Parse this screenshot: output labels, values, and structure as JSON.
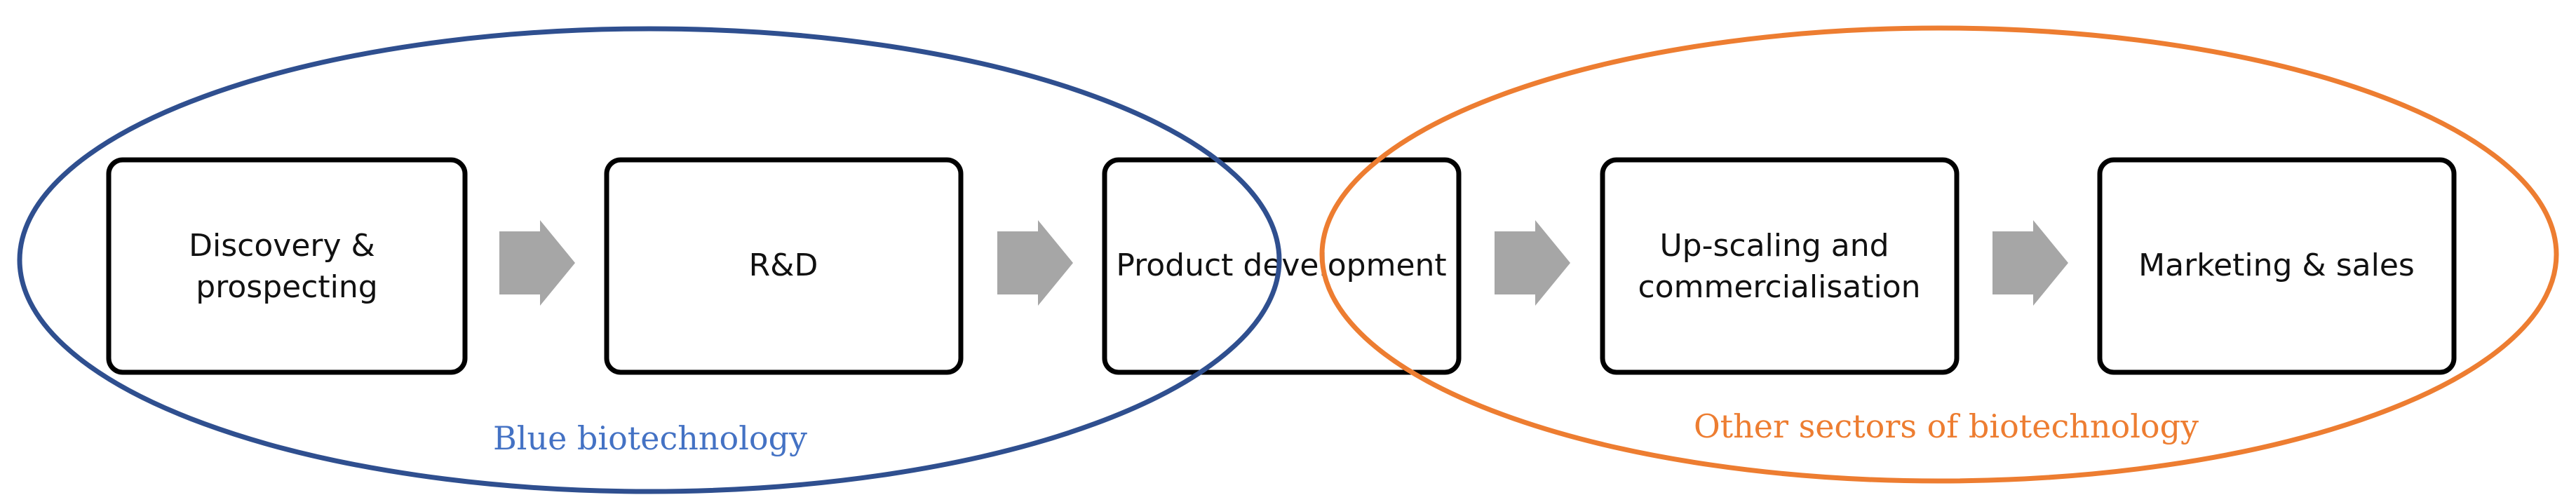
{
  "stages": [
    {
      "label_lines": [
        "Discovery &",
        "prospecting"
      ]
    },
    {
      "label_lines": [
        "R&D"
      ]
    },
    {
      "label_lines": [
        "Product development"
      ]
    },
    {
      "label_lines": [
        "Up-scaling and",
        "commercialisation"
      ]
    },
    {
      "label_lines": [
        "Marketing & sales"
      ]
    }
  ],
  "groups": {
    "blue": {
      "label": "Blue biotechnology",
      "color": "#2F4F8F"
    },
    "orange": {
      "label": "Other sectors of biotechnology",
      "color": "#ED7D31"
    }
  },
  "arrow_color": "#A6A6A6",
  "box_border_color": "#000000"
}
